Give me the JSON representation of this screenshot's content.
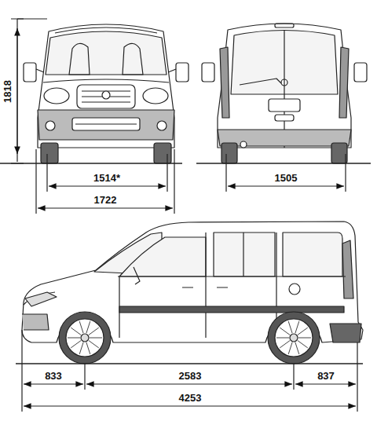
{
  "diagram": {
    "labels": [
      "1818",
      "1514*",
      "1505",
      "1722",
      "833",
      "2583",
      "837",
      "4253"
    ]
  }
}
